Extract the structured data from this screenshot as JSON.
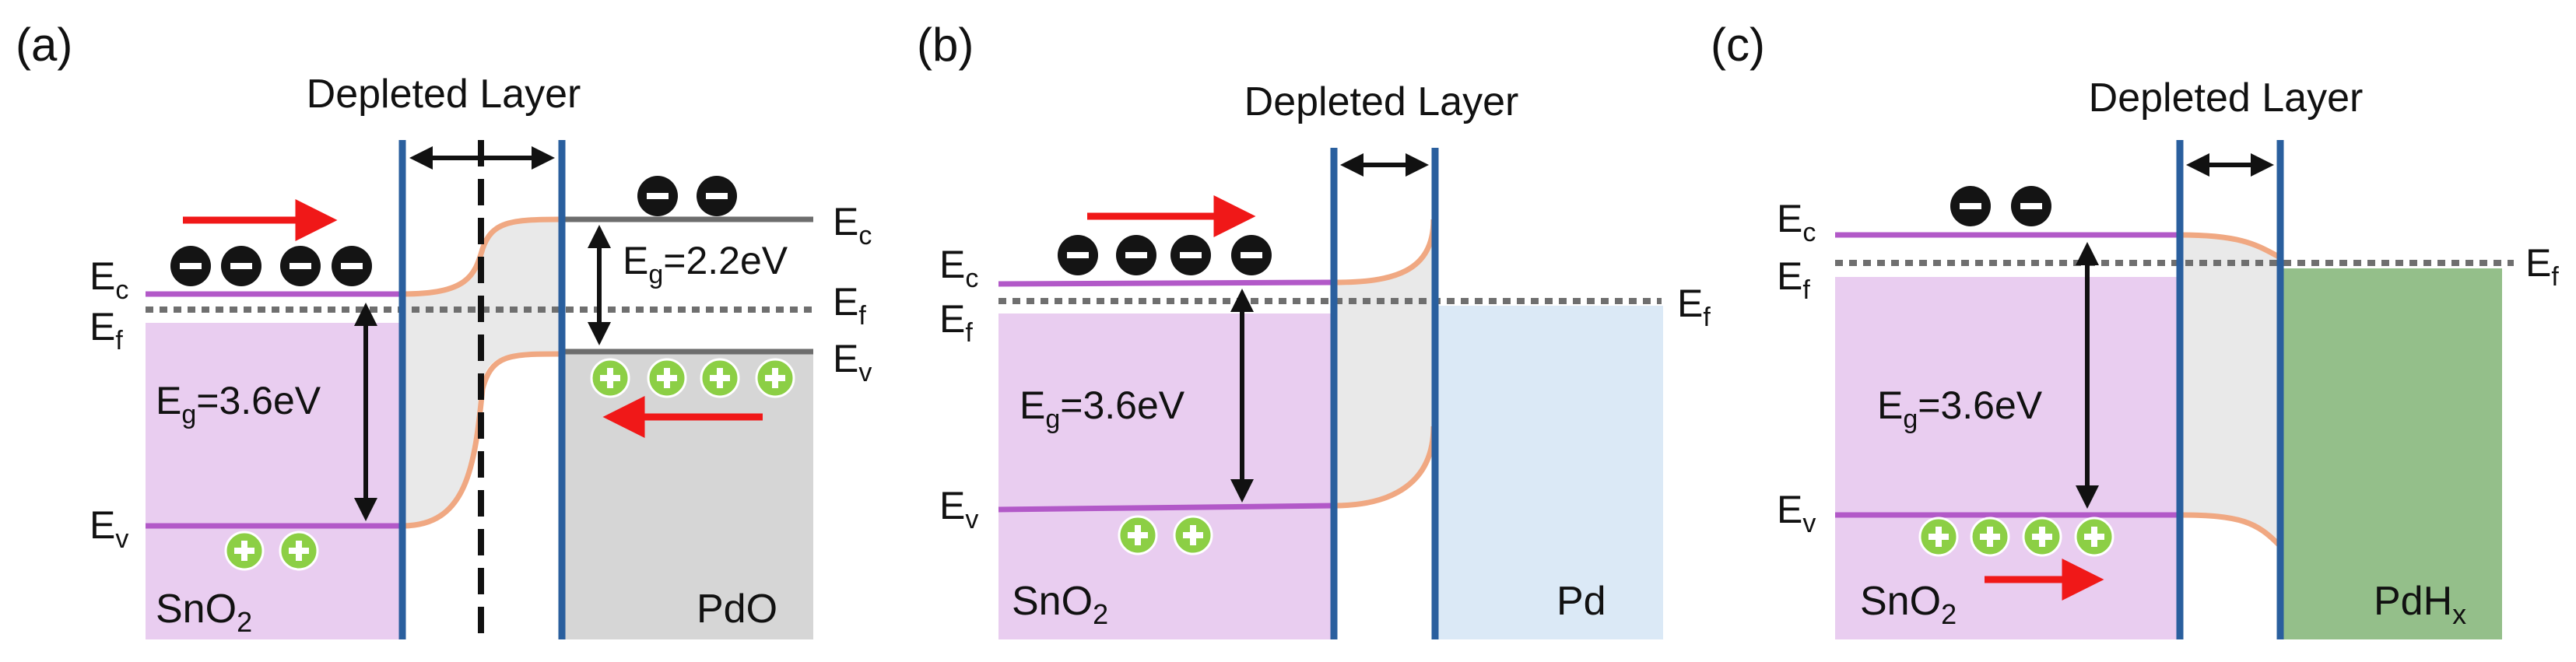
{
  "colors": {
    "sno2_fill": "#e9cdf0",
    "pdo_fill": "#d6d6d6",
    "pd_fill": "#dbe9f6",
    "pdhx_fill": "#94bf8a",
    "gap_fill": "#e9e9e9",
    "band_edge": "#b259c8",
    "bend_curve": "#f0a882",
    "interface_line": "#2a5f9e",
    "fermi_line": "#6f6f6f",
    "pdo_band": "#6d6d6d",
    "arrow_red": "#f01818",
    "hole_fill": "#8ccf45",
    "electron_fill": "#141414"
  },
  "panels": [
    {
      "label": "(a)",
      "depleted_layer": "Depleted Layer",
      "sno2": {
        "Ec": "E",
        "Ec_sub": "c",
        "Ef": "E",
        "Ef_sub": "f",
        "Ev": "E",
        "Ev_sub": "v",
        "Eg": "E",
        "Eg_sub": "g",
        "Eg_value": "=3.6eV",
        "material": "SnO",
        "material_sub": "2"
      },
      "metal": {
        "Ec": "E",
        "Ec_sub": "c",
        "Ef": "E",
        "Ef_sub": "f",
        "Ev": "E",
        "Ev_sub": "v",
        "Eg": "E",
        "Eg_sub": "g",
        "Eg_value": "=2.2eV",
        "material": "PdO",
        "material_sub": ""
      },
      "electrons": 4,
      "holes": 2,
      "pdo_electrons": 2,
      "pdo_holes": 4
    },
    {
      "label": "(b)",
      "depleted_layer": "Depleted Layer",
      "sno2": {
        "Ec": "E",
        "Ec_sub": "c",
        "Ef": "E",
        "Ef_sub": "f",
        "Ev": "E",
        "Ev_sub": "v",
        "Eg": "E",
        "Eg_sub": "g",
        "Eg_value": "=3.6eV",
        "material": "SnO",
        "material_sub": "2"
      },
      "metal": {
        "Ef": "E",
        "Ef_sub": "f",
        "material": "Pd",
        "material_sub": ""
      },
      "electrons": 4,
      "holes": 2
    },
    {
      "label": "(c)",
      "depleted_layer": "Depleted Layer",
      "sno2": {
        "Ec": "E",
        "Ec_sub": "c",
        "Ef": "E",
        "Ef_sub": "f",
        "Ev": "E",
        "Ev_sub": "v",
        "Eg": "E",
        "Eg_sub": "g",
        "Eg_value": "=3.6eV",
        "material": "SnO",
        "material_sub": "2"
      },
      "metal": {
        "Ef": "E",
        "Ef_sub": "f",
        "material": "PdH",
        "material_sub": "x"
      },
      "electrons": 2,
      "holes": 4
    }
  ]
}
